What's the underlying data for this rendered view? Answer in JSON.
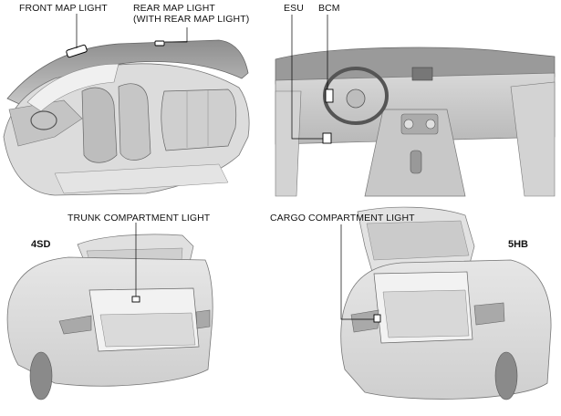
{
  "labels": {
    "front_map_light": "FRONT MAP LIGHT",
    "rear_map_light_line1": "REAR MAP LIGHT",
    "rear_map_light_line2": "(WITH REAR MAP LIGHT)",
    "esu": "ESU",
    "bcm": "BCM",
    "trunk_compartment_light": "TRUNK COMPARTMENT LIGHT",
    "cargo_compartment_light": "CARGO COMPARTMENT LIGHT"
  },
  "variants": {
    "sedan": "4SD",
    "hatchback": "5HB"
  }
}
